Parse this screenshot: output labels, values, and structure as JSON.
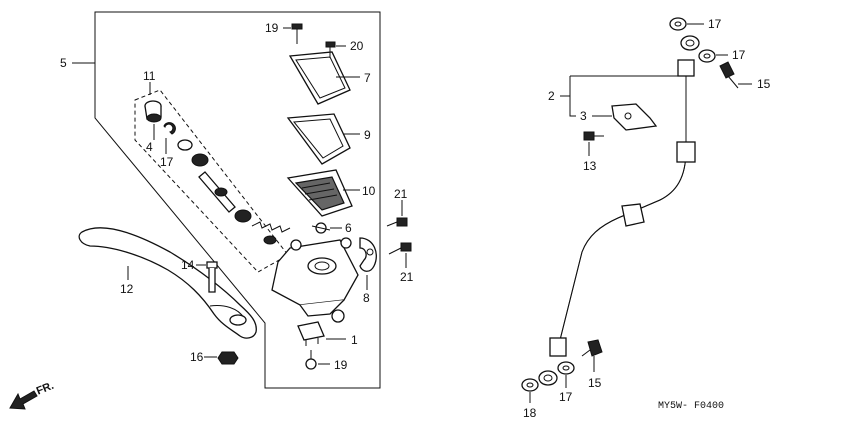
{
  "callouts": [
    {
      "id": "c1",
      "text": "1"
    },
    {
      "id": "c2",
      "text": "2"
    },
    {
      "id": "c3",
      "text": "3"
    },
    {
      "id": "c4",
      "text": "4"
    },
    {
      "id": "c5",
      "text": "5"
    },
    {
      "id": "c6",
      "text": "6"
    },
    {
      "id": "c7",
      "text": "7"
    },
    {
      "id": "c8",
      "text": "8"
    },
    {
      "id": "c9",
      "text": "9"
    },
    {
      "id": "c10",
      "text": "10"
    },
    {
      "id": "c11",
      "text": "11"
    },
    {
      "id": "c12",
      "text": "12"
    },
    {
      "id": "c13",
      "text": "13"
    },
    {
      "id": "c14",
      "text": "14"
    },
    {
      "id": "c15a",
      "text": "15"
    },
    {
      "id": "c15b",
      "text": "15"
    },
    {
      "id": "c16",
      "text": "16"
    },
    {
      "id": "c17a",
      "text": "17"
    },
    {
      "id": "c17b",
      "text": "17"
    },
    {
      "id": "c17c",
      "text": "17"
    },
    {
      "id": "c17d",
      "text": "17"
    },
    {
      "id": "c18",
      "text": "18"
    },
    {
      "id": "c19a",
      "text": "19"
    },
    {
      "id": "c19b",
      "text": "19"
    },
    {
      "id": "c20",
      "text": "20"
    },
    {
      "id": "c21a",
      "text": "21"
    },
    {
      "id": "c21b",
      "text": "21"
    }
  ],
  "direction_label": "FR.",
  "diagram_code": "MY5W- F0400"
}
